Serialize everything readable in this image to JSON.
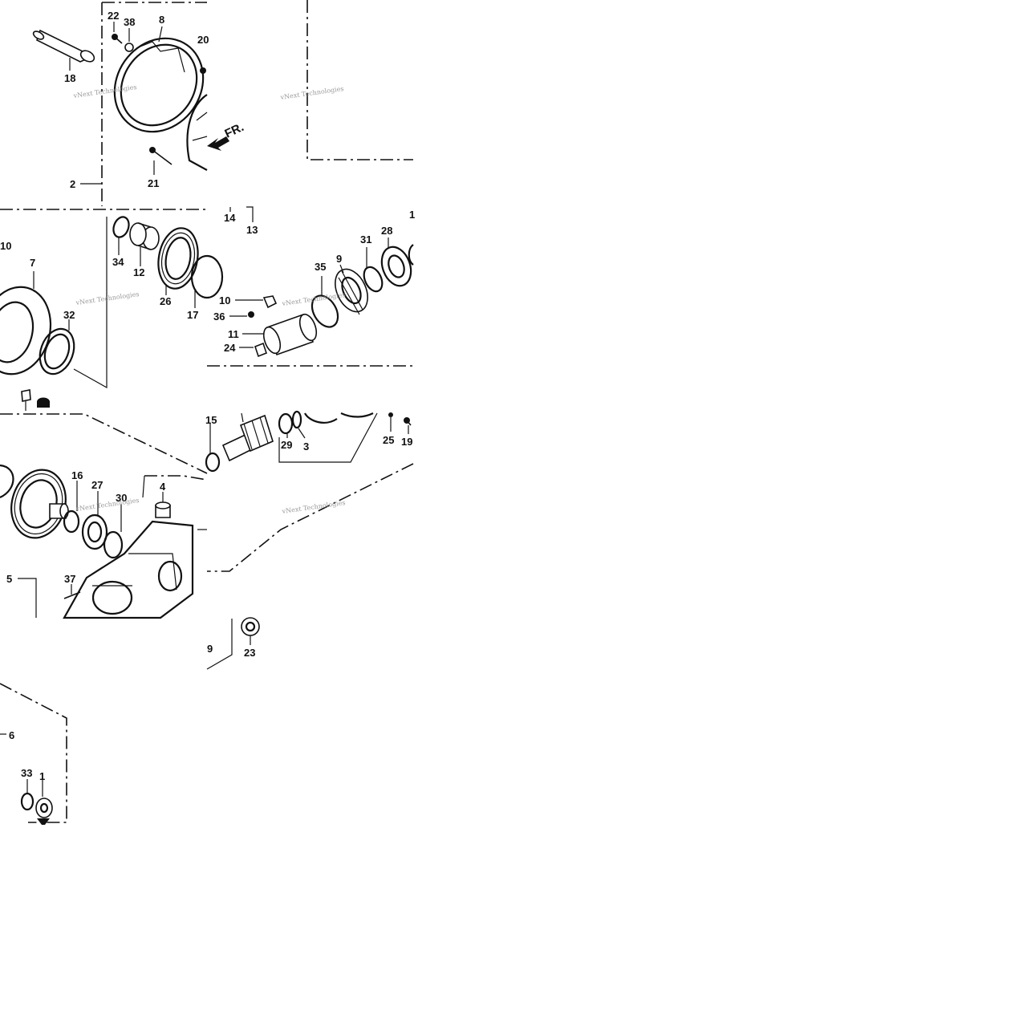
{
  "diagram": {
    "direction_marker": "FR.",
    "watermark": "vNext Technologies",
    "callouts": {
      "n1": "1",
      "n2": "2",
      "n3": "3",
      "n4": "4",
      "n5": "5",
      "n6": "6",
      "n7": "7",
      "n8": "8",
      "n9": "9",
      "n10": "10",
      "n11": "11",
      "n12": "12",
      "n13": "13",
      "n14": "14",
      "n15": "15",
      "n16": "16",
      "n17": "17",
      "n18": "18",
      "n19": "19",
      "n20": "20",
      "n21": "21",
      "n22": "22",
      "n23": "23",
      "n24": "24",
      "n25": "25",
      "n26": "26",
      "n27": "27",
      "n28": "28",
      "n29": "29",
      "n30": "30",
      "n31": "31",
      "n32": "32",
      "n33": "33",
      "n34": "34",
      "n35": "35",
      "n36": "36",
      "n37": "37",
      "n38": "38"
    }
  }
}
